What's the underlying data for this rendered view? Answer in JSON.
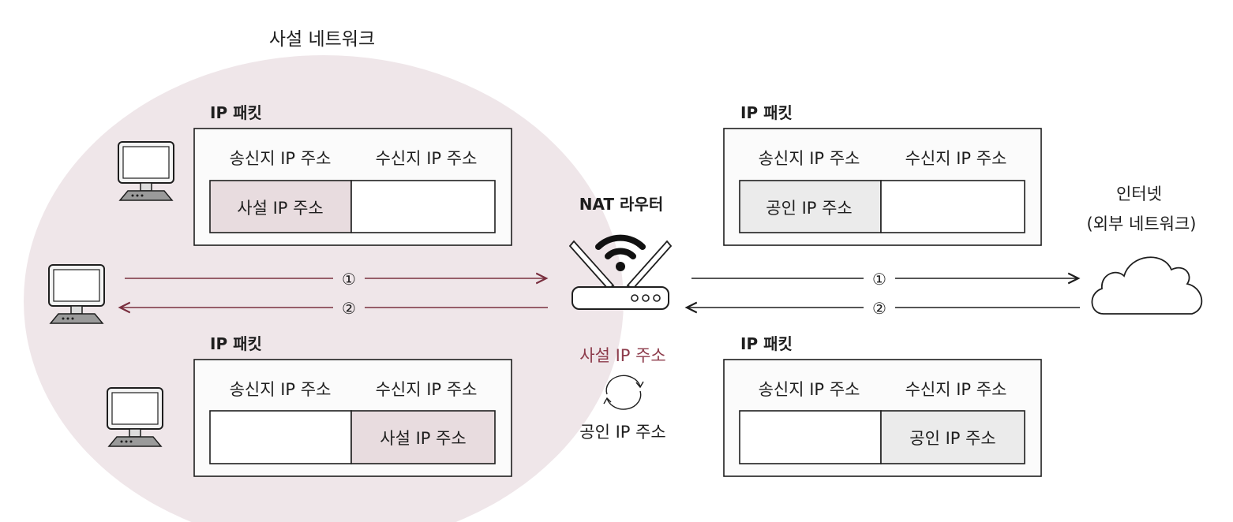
{
  "private_network": {
    "label": "사설 네트워크",
    "color": "#efe6e9"
  },
  "packets": {
    "top_left": {
      "header": "IP 패킷",
      "src_label": "송신지 IP 주소",
      "dst_label": "수신지 IP 주소",
      "src_value": "사설 IP 주소",
      "dst_value": ""
    },
    "bottom_left": {
      "header": "IP 패킷",
      "src_label": "송신지 IP 주소",
      "dst_label": "수신지 IP 주소",
      "src_value": "",
      "dst_value": "사설 IP 주소"
    },
    "top_right": {
      "header": "IP 패킷",
      "src_label": "송신지 IP 주소",
      "dst_label": "수신지 IP 주소",
      "src_value": "공인 IP 주소",
      "dst_value": ""
    },
    "bottom_right": {
      "header": "IP 패킷",
      "src_label": "송신지 IP 주소",
      "dst_label": "수신지 IP 주소",
      "src_value": "",
      "dst_value": "공인 IP 주소"
    }
  },
  "router": {
    "label": "NAT 라우터",
    "translate_from": "사설 IP 주소",
    "translate_to": "공인 IP 주소",
    "icon": "wifi-router-icon"
  },
  "internet": {
    "line1": "인터넷",
    "line2": "(외부 네트워크)",
    "icon": "cloud-icon"
  },
  "arrows": {
    "step1": "①",
    "step2": "②"
  },
  "colors": {
    "private_fill": "#e8dcdf",
    "public_fill": "#ebebeb",
    "private_text": "#8c3a4a",
    "private_arrow": "#7a3040"
  }
}
